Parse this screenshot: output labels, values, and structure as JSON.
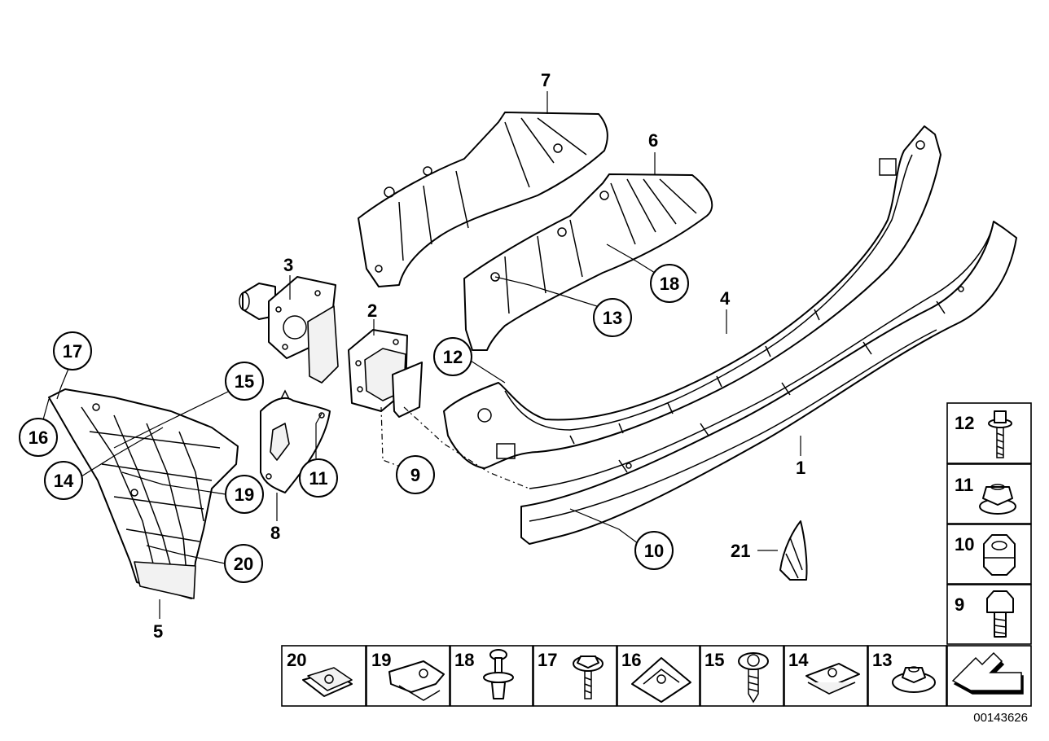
{
  "diagram": {
    "reference": "00143626",
    "callouts": [
      {
        "id": "c1",
        "text": "1",
        "circled": false
      },
      {
        "id": "c2",
        "text": "2",
        "circled": false
      },
      {
        "id": "c3",
        "text": "3",
        "circled": false
      },
      {
        "id": "c4",
        "text": "4",
        "circled": false
      },
      {
        "id": "c5",
        "text": "5",
        "circled": false
      },
      {
        "id": "c6",
        "text": "6",
        "circled": false
      },
      {
        "id": "c7",
        "text": "7",
        "circled": false
      },
      {
        "id": "c8",
        "text": "8",
        "circled": false
      },
      {
        "id": "c9",
        "text": "9",
        "circled": true
      },
      {
        "id": "c10",
        "text": "10",
        "circled": true
      },
      {
        "id": "c11",
        "text": "11",
        "circled": true
      },
      {
        "id": "c12",
        "text": "12",
        "circled": true
      },
      {
        "id": "c13",
        "text": "13",
        "circled": true
      },
      {
        "id": "c14",
        "text": "14",
        "circled": true
      },
      {
        "id": "c15",
        "text": "15",
        "circled": true
      },
      {
        "id": "c16",
        "text": "16",
        "circled": true
      },
      {
        "id": "c17",
        "text": "17",
        "circled": true
      },
      {
        "id": "c18",
        "text": "18",
        "circled": true
      },
      {
        "id": "c19",
        "text": "19",
        "circled": true
      },
      {
        "id": "c20",
        "text": "20",
        "circled": true
      },
      {
        "id": "c21",
        "text": "21",
        "circled": false
      }
    ],
    "side_legend": [
      {
        "text": "12",
        "icon": "screw-with-washer-icon"
      },
      {
        "text": "11",
        "icon": "flange-nut-icon"
      },
      {
        "text": "10",
        "icon": "hex-nut-icon"
      },
      {
        "text": "9",
        "icon": "hex-bolt-icon"
      }
    ],
    "bottom_legend": [
      {
        "text": "20",
        "icon": "clip-nut-icon"
      },
      {
        "text": "19",
        "icon": "spring-clip-icon"
      },
      {
        "text": "18",
        "icon": "expanding-rivet-icon"
      },
      {
        "text": "17",
        "icon": "screw-with-washer-icon"
      },
      {
        "text": "16",
        "icon": "speed-nut-icon"
      },
      {
        "text": "15",
        "icon": "self-tapping-screw-icon"
      },
      {
        "text": "14",
        "icon": "clip-nut-icon"
      },
      {
        "text": "13",
        "icon": "hex-nut-icon"
      },
      {
        "text": "",
        "icon": "direction-arrow-icon"
      }
    ]
  }
}
